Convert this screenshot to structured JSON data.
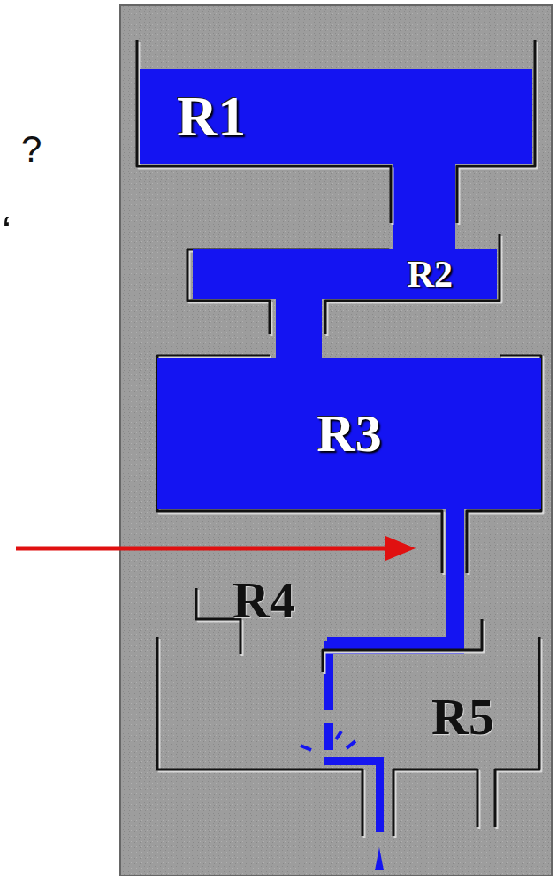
{
  "diagram": {
    "nodes": [
      {
        "text": [
          "R1"
        ]
      },
      {
        "text": [
          "R2"
        ]
      },
      {
        "text": [
          "R3"
        ]
      },
      {
        "text": [
          "R4"
        ]
      },
      {
        "text": [
          "R5"
        ]
      }
    ],
    "edges": [
      {
        "from": 0,
        "to": 1,
        "arrow": "none"
      },
      {
        "from": 1,
        "to": 2,
        "arrow": "none"
      },
      {
        "from": 2,
        "to": 3,
        "arrow": "none"
      }
    ],
    "labels": [
      "?",
      "‘"
    ]
  }
}
